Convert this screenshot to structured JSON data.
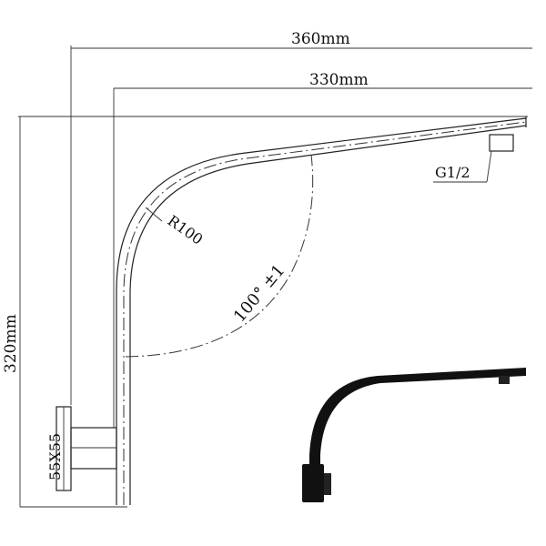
{
  "drawing": {
    "dim_overall_width": "360mm",
    "dim_arm_width": "330mm",
    "dim_height": "320mm",
    "bend_radius": "R100",
    "bend_angle": "100° ±1",
    "thread_size": "G1/2",
    "base_plate_size": "55X55",
    "colors": {
      "line": "#222222",
      "product": "#111111",
      "background": "#ffffff"
    },
    "photo": {
      "description_icon": "shower-arm-photo-icon"
    }
  }
}
